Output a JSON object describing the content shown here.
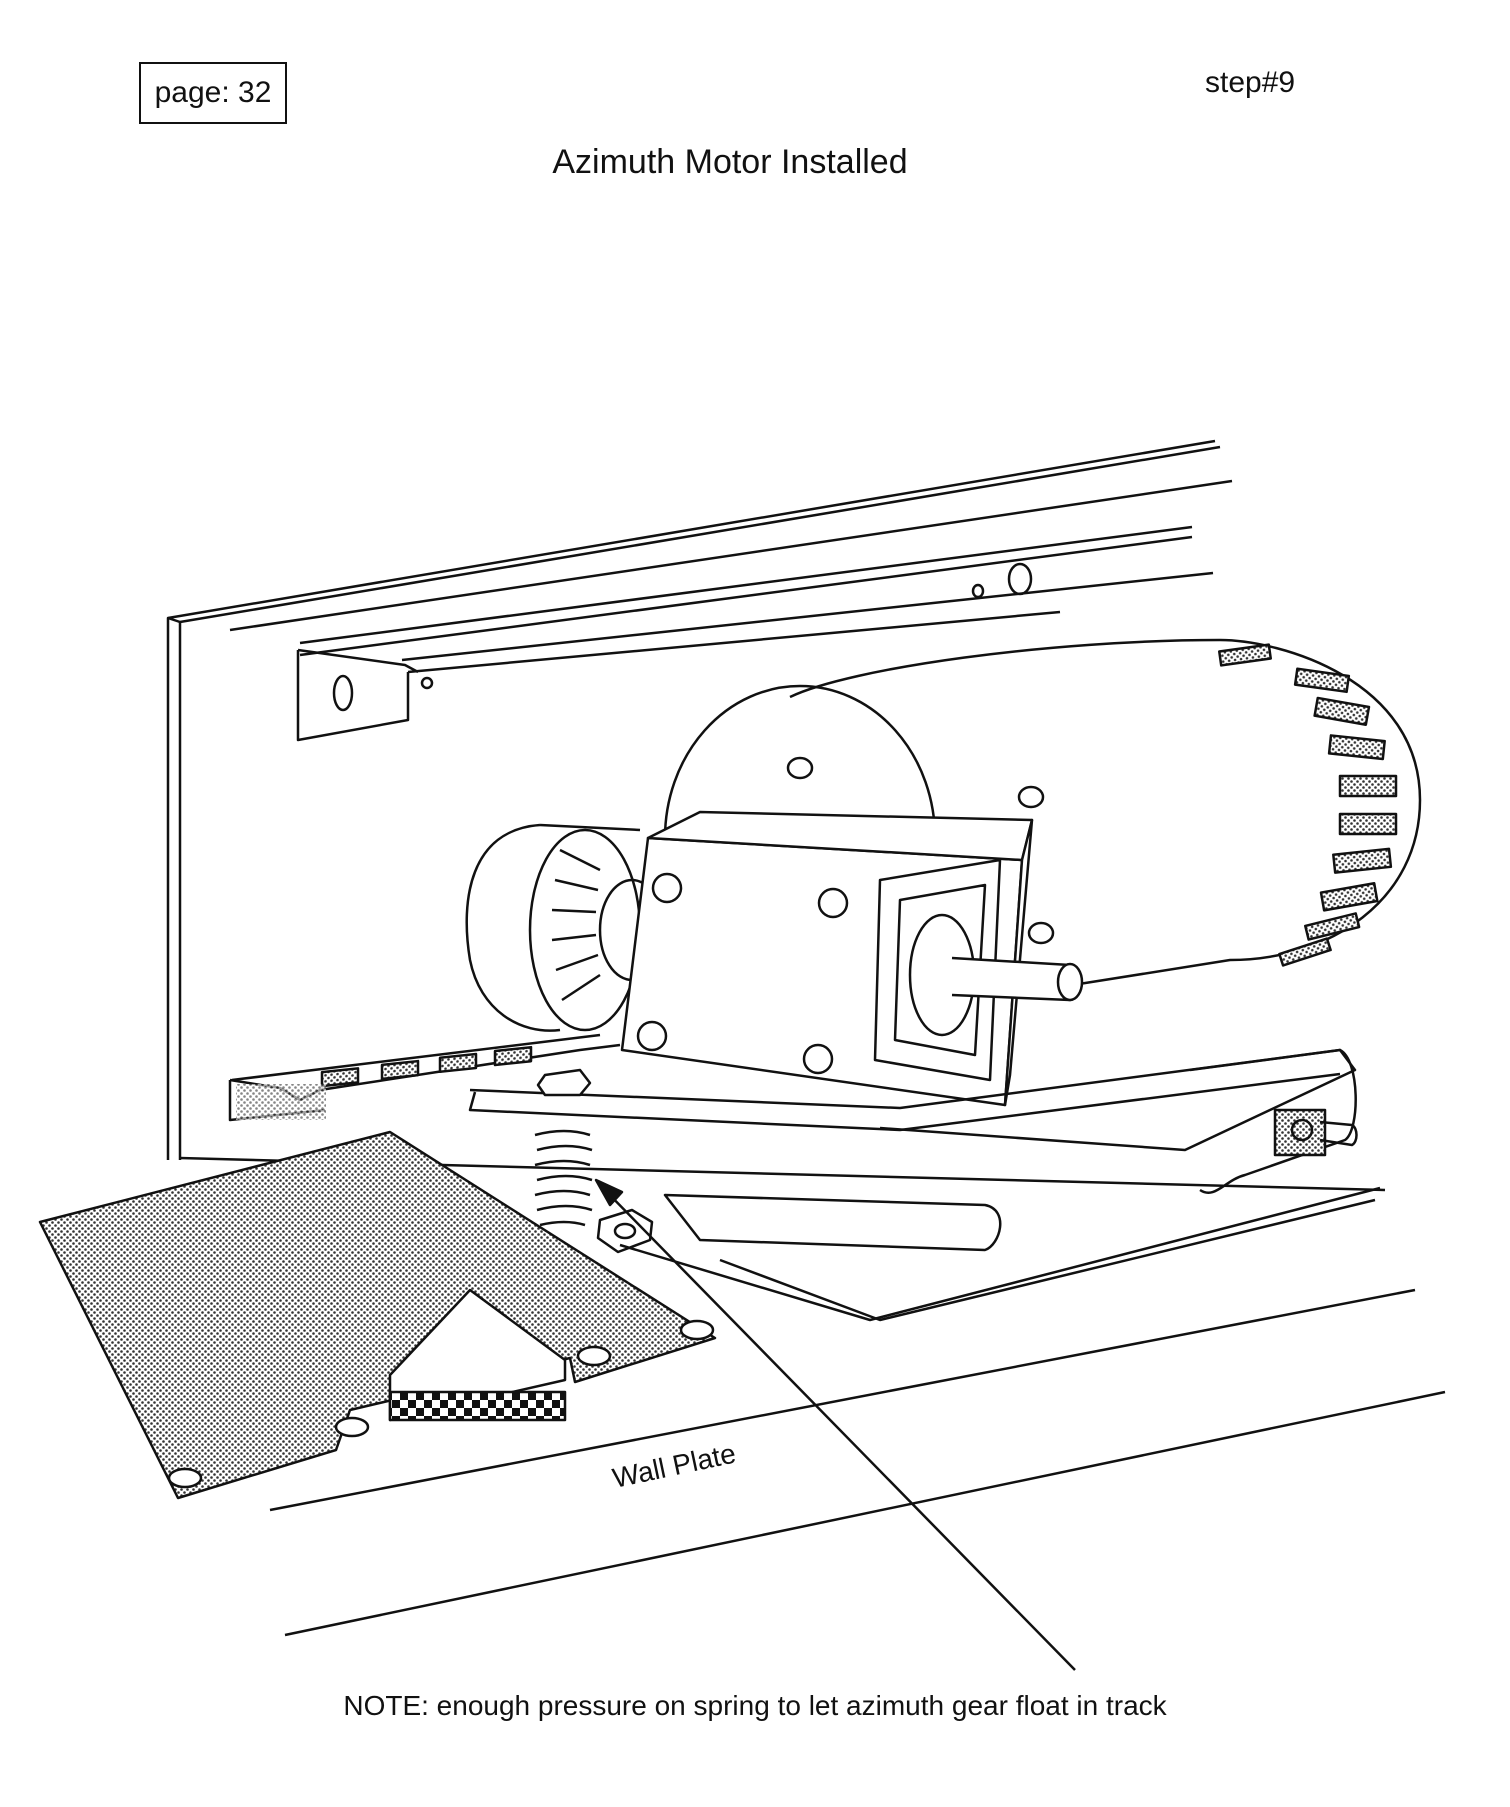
{
  "header": {
    "page_label": "page: 32",
    "step_label": "step#9",
    "title": "Azimuth Motor Installed"
  },
  "diagram": {
    "callout_label": "Wall Plate",
    "note": "NOTE: enough pressure on spring to let azimuth gear float in track"
  }
}
